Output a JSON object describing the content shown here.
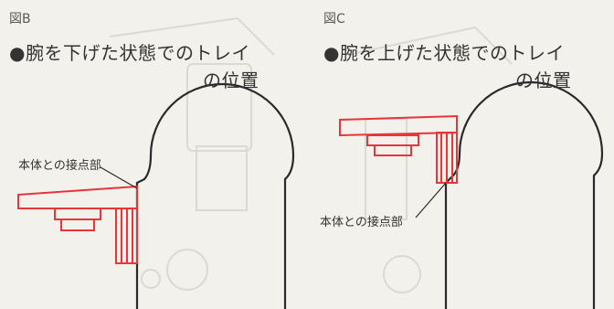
{
  "panel_b": {
    "id": "図B",
    "caption_line1": "●腕を下げた状態でのトレイ",
    "caption_line2": "の位置",
    "contact_label": "本体との接点部"
  },
  "panel_c": {
    "id": "図C",
    "caption_line1": "●腕を上げた状態でのトレイ",
    "caption_line2": "の位置",
    "contact_label": "本体との接点部"
  },
  "colors": {
    "tray": "#e8343a",
    "body_outline": "#2a2a2a",
    "background": "#f3f1ec",
    "faint_sketch": "#d9d6cf"
  }
}
